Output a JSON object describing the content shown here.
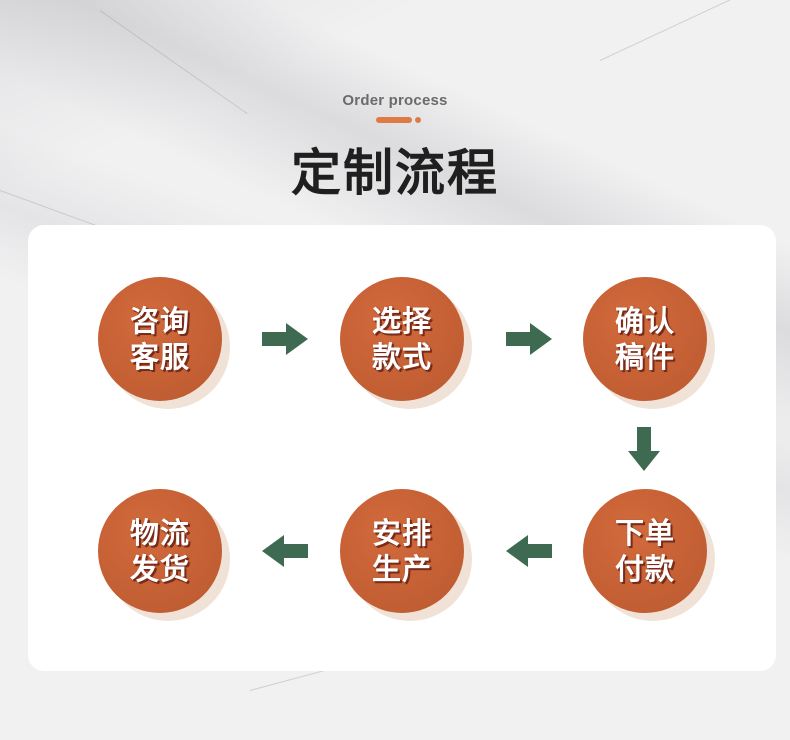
{
  "header": {
    "subtitle": "Order process",
    "title": "定制流程"
  },
  "colors": {
    "accent": "#e07a45",
    "circle": "#c7603a",
    "arrow": "#3f6a52",
    "title": "#1f1f1f"
  },
  "steps": [
    {
      "line1": "咨询",
      "line2": "客服"
    },
    {
      "line1": "选择",
      "line2": "款式"
    },
    {
      "line1": "确认",
      "line2": "稿件"
    },
    {
      "line1": "下单",
      "line2": "付款"
    },
    {
      "line1": "安排",
      "line2": "生产"
    },
    {
      "line1": "物流",
      "line2": "发货"
    }
  ],
  "arrows": [
    {
      "direction": "right"
    },
    {
      "direction": "right"
    },
    {
      "direction": "down"
    },
    {
      "direction": "left"
    },
    {
      "direction": "left"
    }
  ]
}
